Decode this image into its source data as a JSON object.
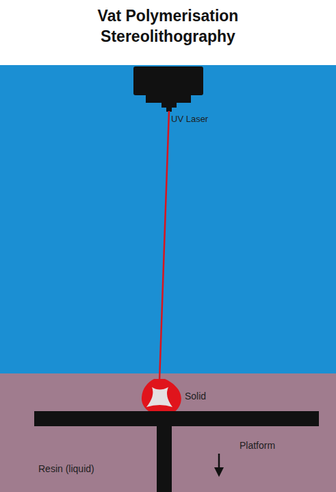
{
  "diagram": {
    "title": "Vat Polymerisation Stereolithography",
    "labels": [
      "UV Laser",
      "Solid",
      "Platform",
      "Resin (liquid)"
    ]
  }
}
